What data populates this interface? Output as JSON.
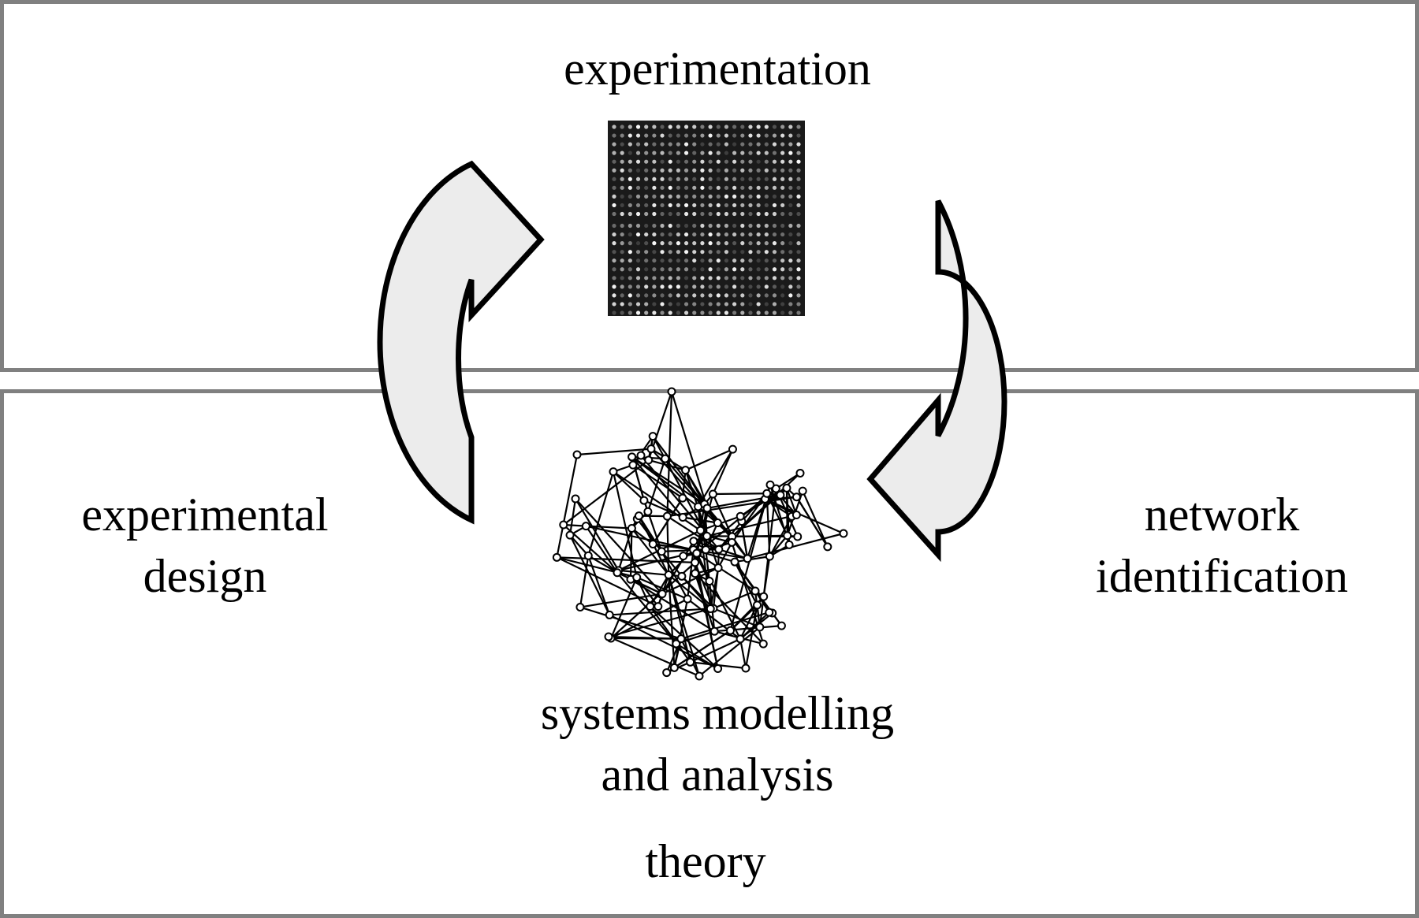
{
  "labels": {
    "top_title": "experimentation",
    "left_line1": "experimental",
    "left_line2": "design",
    "right_line1": "network",
    "right_line2": "identification",
    "center_line1": "systems modelling",
    "center_line2": "and analysis",
    "bottom_title": "theory"
  },
  "colors": {
    "panel_border": "#808080",
    "arrow_fill": "#ececec",
    "arrow_stroke": "#000000",
    "microarray_bg": "#1a1a1a"
  },
  "icons": {
    "microarray": "microarray-image",
    "network": "network-graph-image",
    "left_arrow": "curved-arrow-up",
    "right_arrow": "curved-arrow-down"
  }
}
